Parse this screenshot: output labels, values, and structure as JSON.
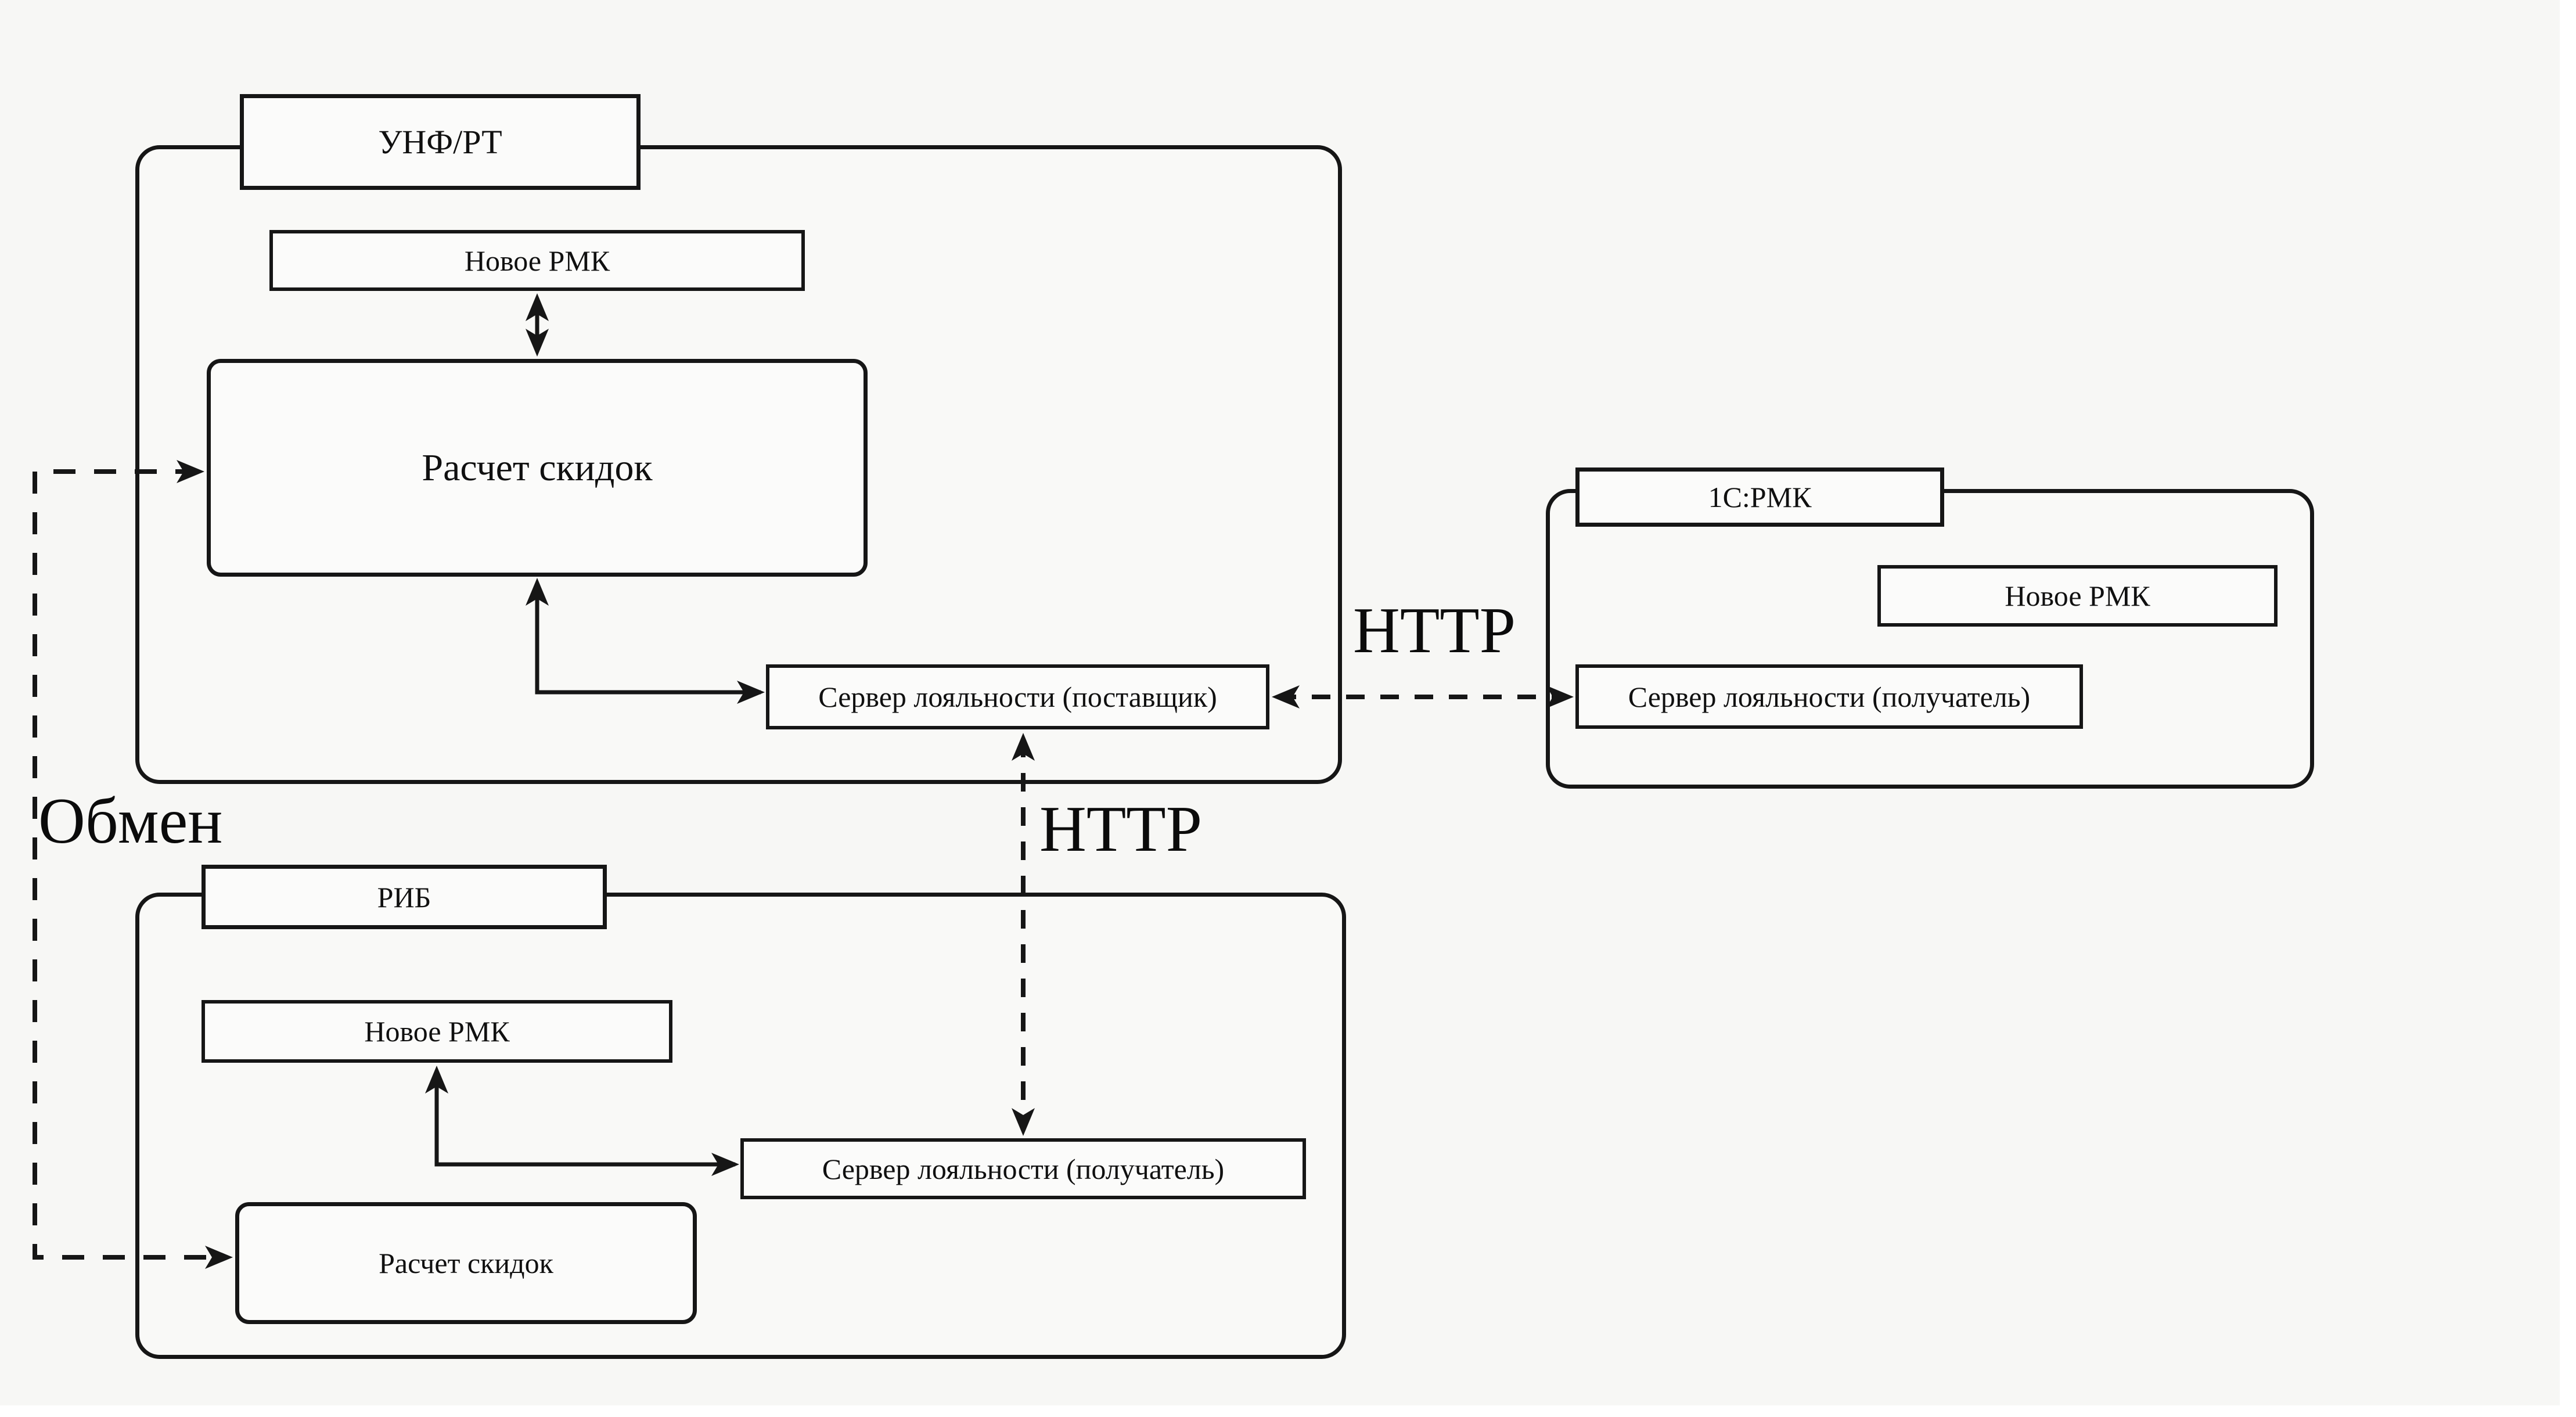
{
  "diagram": {
    "background": "#f7f7f5",
    "ink": "#161616",
    "containers": [
      {
        "id": "unf",
        "title": "УНФ/РТ"
      },
      {
        "id": "onec",
        "title": "1С:РМК"
      },
      {
        "id": "rib",
        "title": "РИБ"
      }
    ],
    "nodes": {
      "unf_novoe_rmk": "Новое РМК",
      "unf_raschet": "Расчет скидок",
      "unf_server": "Сервер лояльности (поставщик)",
      "onec_novoe_rmk": "Новое РМК",
      "onec_server": "Сервер лояльности (получатель)",
      "rib_novoe_rmk": "Новое РМК",
      "rib_server": "Сервер лояльности (получатель)",
      "rib_raschet": "Расчет скидок"
    },
    "edge_labels": {
      "http_right": "HTTP",
      "http_center": "HTTP",
      "obmen": "Обмен"
    }
  }
}
